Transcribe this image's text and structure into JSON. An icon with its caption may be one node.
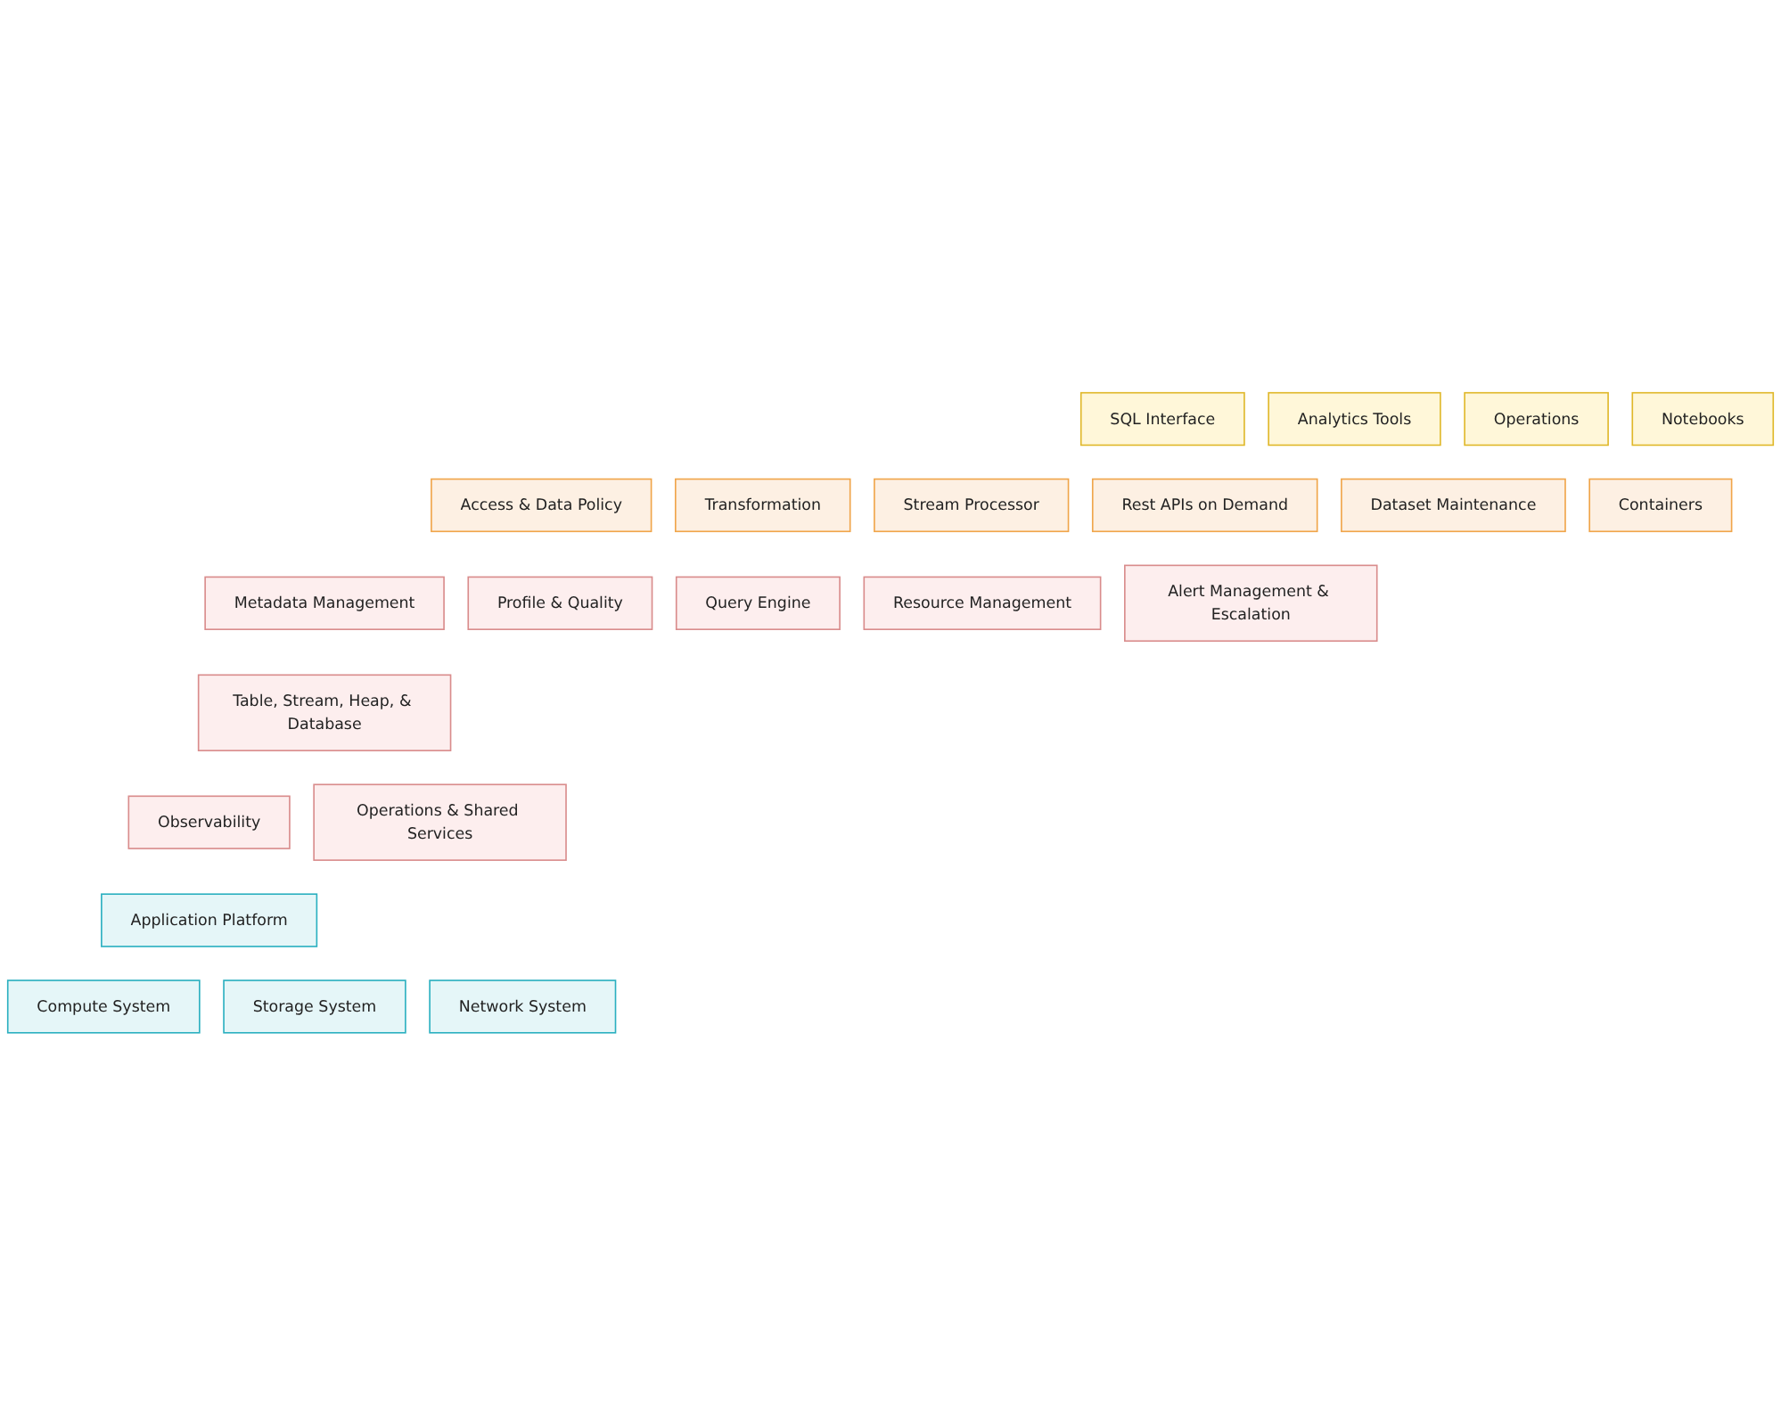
{
  "diagram": {
    "nodes": [
      {
        "text": [
          "SQL Interface"
        ]
      },
      {
        "text": [
          "Analytics Tools"
        ]
      },
      {
        "text": [
          "Operations"
        ]
      },
      {
        "text": [
          "Notebooks"
        ]
      },
      {
        "text": [
          "Access & Data Policy"
        ]
      },
      {
        "text": [
          "Transformation"
        ]
      },
      {
        "text": [
          "Stream Processor"
        ]
      },
      {
        "text": [
          "Rest APIs on Demand"
        ]
      },
      {
        "text": [
          "Dataset Maintenance"
        ]
      },
      {
        "text": [
          "Containers"
        ]
      },
      {
        "text": [
          "Metadata Management"
        ]
      },
      {
        "text": [
          "Profile & Quality"
        ]
      },
      {
        "text": [
          "Query Engine"
        ]
      },
      {
        "text": [
          "Resource Management"
        ]
      },
      {
        "text": [
          "Alert Management & Escalation"
        ]
      },
      {
        "text": [
          "Table, Stream, Heap, & Database"
        ]
      },
      {
        "text": [
          "Observability"
        ]
      },
      {
        "text": [
          "Operations & Shared Services"
        ]
      },
      {
        "text": [
          "Application Platform"
        ]
      },
      {
        "text": [
          "Compute System"
        ]
      },
      {
        "text": [
          "Storage System"
        ]
      },
      {
        "text": [
          "Network System"
        ]
      }
    ],
    "edges": []
  }
}
